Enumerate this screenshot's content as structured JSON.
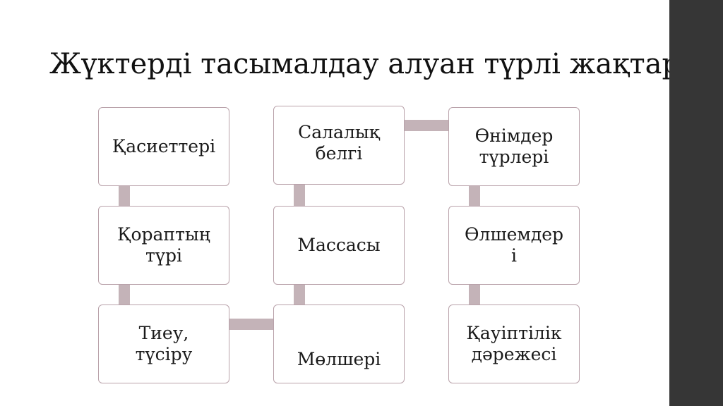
{
  "slide": {
    "title": "Жүктерді тасымалдау алуан түрлі жақтары"
  },
  "diagram": {
    "nodes": [
      {
        "id": "qasietteri",
        "label": "Қасиеттері"
      },
      {
        "id": "qoraptyn",
        "label": "Қораптың\nтүрі"
      },
      {
        "id": "tieu",
        "label": "Тиеу,\nтүсіру"
      },
      {
        "id": "molsheri",
        "label": "Мөлшері"
      },
      {
        "id": "massasy",
        "label": "Массасы"
      },
      {
        "id": "salalyq",
        "label": "Салалық\nбелгі"
      },
      {
        "id": "onimder",
        "label": "Өнімдер\nтүрлері"
      },
      {
        "id": "olshemderi",
        "label": "Өлшемдер\nі"
      },
      {
        "id": "qauiptilik",
        "label": "Қауіптілік\nдәрежесі"
      }
    ],
    "flow": [
      "qasietteri",
      "qoraptyn",
      "tieu",
      "molsheri",
      "massasy",
      "salalyq",
      "onimder",
      "olshemderi",
      "qauiptilik"
    ]
  },
  "colors": {
    "node_border": "#b9a2aa",
    "connector": "#c4b3b8",
    "side_panel": "#363636"
  }
}
